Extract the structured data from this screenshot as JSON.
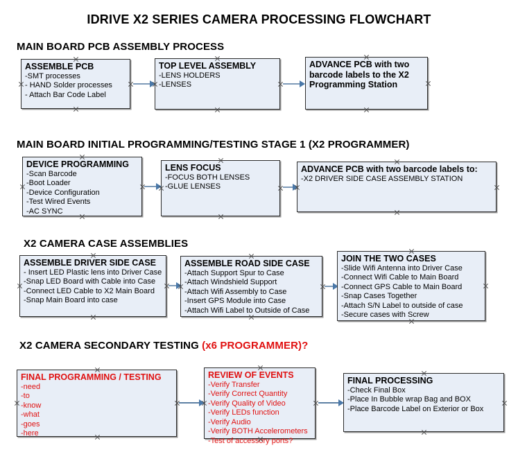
{
  "title": "IDRIVE X2  SERIES CAMERA PROCESSING FLOWCHART",
  "colors": {
    "box_fill": "#e8eef7",
    "box_border": "#2b2b2b",
    "arrow": "#7d9ab8",
    "accent_red": "#e01010",
    "text": "#000000"
  },
  "sections": [
    {
      "heading": "MAIN BOARD PCB ASSEMBLY PROCESS",
      "heading_accent": "",
      "nodes": [
        {
          "title": "ASSEMBLE PCB",
          "lines": [
            " -SMT processes",
            "- HAND Solder processes",
            "- Attach Bar Code Label"
          ]
        },
        {
          "title": "TOP LEVEL ASSEMBLY",
          "lines": [
            "-LENS HOLDERS",
            "-LENSES"
          ]
        },
        {
          "title": "ADVANCE PCB with two barcode labels to the  X2 Programming Station",
          "lines": []
        }
      ]
    },
    {
      "heading": "MAIN BOARD INITIAL PROGRAMMING/TESTING STAGE 1 (X2 PROGRAMMER)",
      "heading_accent": "",
      "nodes": [
        {
          "title": "DEVICE PROGRAMMING",
          "lines": [
            "-Scan Barcode",
            "-Boot Loader",
            "-Device Configuration",
            "-Test Wired Events",
            "-AC SYNC"
          ]
        },
        {
          "title": "LENS FOCUS",
          "lines": [
            "-FOCUS BOTH LENSES",
            "-GLUE LENSES"
          ]
        },
        {
          "title": "ADVANCE PCB with two barcode labels to:",
          "lines": [
            "-X2 DRIVER  SIDE  CASE  ASSEMBLY STATION"
          ]
        }
      ]
    },
    {
      "heading": "X2 CAMERA CASE ASSEMBLIES",
      "heading_accent": "",
      "nodes": [
        {
          "title": "ASSEMBLE DRIVER SIDE CASE",
          "lines": [
            "- Insert LED Plastic lens into Driver Case",
            "-Snap LED Board with Cable into Case",
            "-Connect LED Cable to X2 Main Board",
            "-Snap Main Board into case"
          ]
        },
        {
          "title": "ASSEMBLE ROAD SIDE CASE",
          "lines": [
            "-Attach Support Spur to Case",
            "-Attach Windshield Support",
            "-Attach Wifi Assembly to Case",
            "-Insert GPS Module into Case",
            "-Attach Wifi Label to Outside of Case"
          ]
        },
        {
          "title": "JOIN THE TWO CASES",
          "lines": [
            "-Slide Wifi Antenna into Driver Case",
            "-Connect Wifi Cable to Main Board",
            "-Connect GPS Cable to Main Board",
            "-Snap Cases Together",
            "-Attach S/N Label to outside of case",
            "-Secure cases with Screw"
          ]
        }
      ]
    },
    {
      "heading": "X2 CAMERA SECONDARY TESTING ",
      "heading_accent": "(x6 PROGRAMMER)?",
      "nodes": [
        {
          "title": "FINAL PROGRAMMING / TESTING",
          "lines": [
            "-need",
            "-to",
            "-know",
            "-what",
            "-goes",
            "-here"
          ]
        },
        {
          "title": "REVIEW OF EVENTS",
          "lines": [
            "-Verify Transfer",
            "-Verify Correct Quantity",
            "-Verify Quality of Video",
            "-Verify LEDs function",
            "-Verify Audio",
            "-Verify BOTH Accelerometers",
            "-Test of accessory ports?"
          ]
        },
        {
          "title": "FINAL PROCESSING",
          "lines": [
            " -Check Final Box",
            "-Place In Bubble wrap Bag and BOX",
            "-Place Barcode Label on Exterior or Box"
          ]
        }
      ]
    }
  ]
}
